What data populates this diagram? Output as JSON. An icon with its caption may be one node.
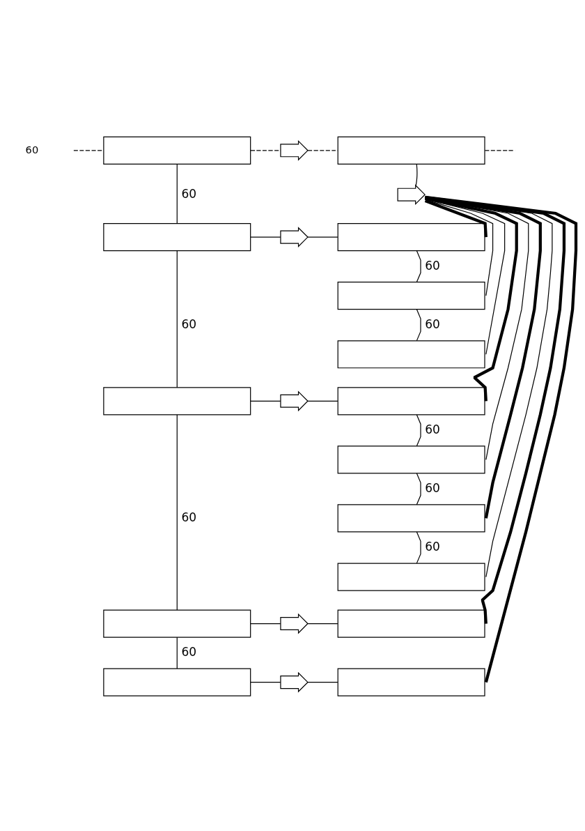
{
  "diagram": {
    "nodes": [
      {
        "text": [],
        "shape": "box"
      },
      {
        "text": [],
        "shape": "button"
      },
      {
        "text": [],
        "shape": "box"
      },
      {
        "text": [],
        "shape": "button"
      },
      {
        "text": [],
        "shape": "box"
      },
      {
        "text": [],
        "shape": "button"
      },
      {
        "text": [],
        "shape": "box"
      },
      {
        "text": [],
        "shape": "box"
      },
      {
        "text": [],
        "shape": "box"
      },
      {
        "text": [],
        "shape": "box"
      },
      {
        "text": [],
        "shape": "button"
      },
      {
        "text": [],
        "shape": "box"
      },
      {
        "text": [],
        "shape": "box"
      },
      {
        "text": [],
        "shape": "box"
      },
      {
        "text": [],
        "shape": "box"
      },
      {
        "text": [],
        "shape": "box"
      },
      {
        "text": [],
        "shape": "button"
      },
      {
        "text": [],
        "shape": "box"
      },
      {
        "text": [],
        "shape": "box"
      },
      {
        "text": [],
        "shape": "button"
      },
      {
        "text": [],
        "shape": "box"
      }
    ],
    "edges": [
      {
        "from": null,
        "to": 0,
        "arrow": "none",
        "style": "dashed"
      },
      {
        "from": 0,
        "to": 1,
        "arrow": "none",
        "style": "dashed"
      },
      {
        "from": 1,
        "to": 2,
        "arrow": "none",
        "style": "dashed"
      },
      {
        "from": 2,
        "to": null,
        "arrow": "none",
        "style": "dashed"
      },
      {
        "from": 2,
        "to": 3,
        "arrow": "none"
      },
      {
        "from": 0,
        "to": 4,
        "arrow": "none",
        "label": "60"
      },
      {
        "from": 4,
        "to": 5,
        "arrow": "none"
      },
      {
        "from": 5,
        "to": 6,
        "arrow": "none"
      },
      {
        "from": 6,
        "to": 7,
        "arrow": "none",
        "label": "60"
      },
      {
        "from": 7,
        "to": 8,
        "arrow": "none",
        "label": "60"
      },
      {
        "from": 4,
        "to": 9,
        "arrow": "none",
        "label": "60"
      },
      {
        "from": 9,
        "to": 10,
        "arrow": "none"
      },
      {
        "from": 10,
        "to": 11,
        "arrow": "none"
      },
      {
        "from": 11,
        "to": 12,
        "arrow": "none",
        "label": "60"
      },
      {
        "from": 12,
        "to": 13,
        "arrow": "none",
        "label": "60"
      },
      {
        "from": 13,
        "to": 14,
        "arrow": "none",
        "label": "60"
      },
      {
        "from": 9,
        "to": 15,
        "arrow": "none",
        "label": "60"
      },
      {
        "from": 15,
        "to": 16,
        "arrow": "none"
      },
      {
        "from": 16,
        "to": 17,
        "arrow": "none"
      },
      {
        "from": 15,
        "to": 18,
        "arrow": "none",
        "label": "60"
      },
      {
        "from": 18,
        "to": 19,
        "arrow": "none"
      },
      {
        "from": 19,
        "to": 20,
        "arrow": "none"
      },
      {
        "from": 3,
        "to": 6,
        "arrow": "none",
        "style": "thick"
      },
      {
        "from": 3,
        "to": 7,
        "arrow": "none"
      },
      {
        "from": 3,
        "to": 8,
        "arrow": "none"
      },
      {
        "from": 3,
        "to": 11,
        "arrow": "none",
        "style": "thick"
      },
      {
        "from": 3,
        "to": 12,
        "arrow": "none"
      },
      {
        "from": 3,
        "to": 13,
        "arrow": "none",
        "style": "thick"
      },
      {
        "from": 3,
        "to": 14,
        "arrow": "none"
      },
      {
        "from": 3,
        "to": 17,
        "arrow": "none",
        "style": "thick"
      },
      {
        "from": 3,
        "to": 20,
        "arrow": "none",
        "style": "thick"
      }
    ],
    "labels": [
      "60"
    ]
  }
}
